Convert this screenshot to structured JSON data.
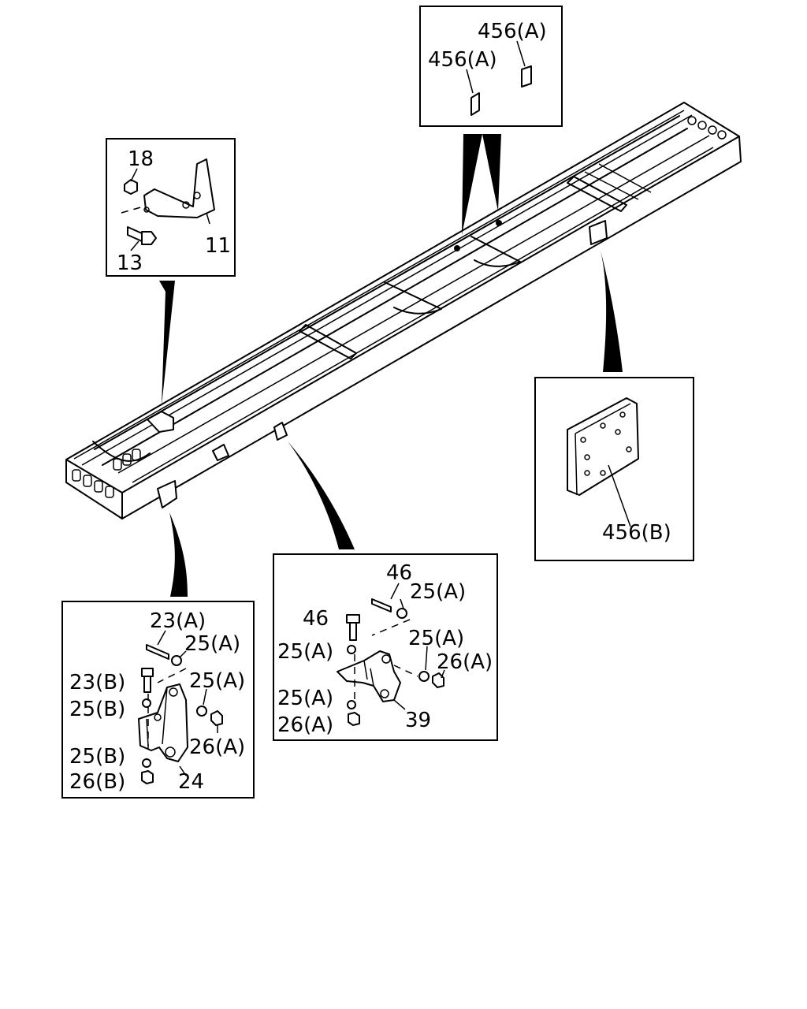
{
  "callouts": {
    "top_box": {
      "label_a1": "456(A)",
      "label_a2": "456(A)"
    },
    "upper_left_box": {
      "label_18": "18",
      "label_11": "11",
      "label_13": "13"
    },
    "right_box": {
      "label_456b": "456(B)"
    },
    "middle_box": {
      "label_46a": "46",
      "label_25a_1": "25(A)",
      "label_46b": "46",
      "label_25a_2": "25(A)",
      "label_25a_3": "25(A)",
      "label_26a_1": "26(A)",
      "label_25a_4": "25(A)",
      "label_39": "39",
      "label_26a_2": "26(A)"
    },
    "lower_left_box": {
      "label_23a": "23(A)",
      "label_25a_1": "25(A)",
      "label_23b": "23(B)",
      "label_25a_2": "25(A)",
      "label_25b_1": "25(B)",
      "label_26a": "26(A)",
      "label_25b_2": "25(B)",
      "label_24": "24",
      "label_26b": "26(B)"
    }
  },
  "icons": {
    "frame": "chassis-frame-icon",
    "bracket": "bracket-icon",
    "bolt": "bolt-icon",
    "nut": "nut-icon",
    "washer": "washer-icon",
    "plate": "plate-icon",
    "block": "block-icon"
  }
}
